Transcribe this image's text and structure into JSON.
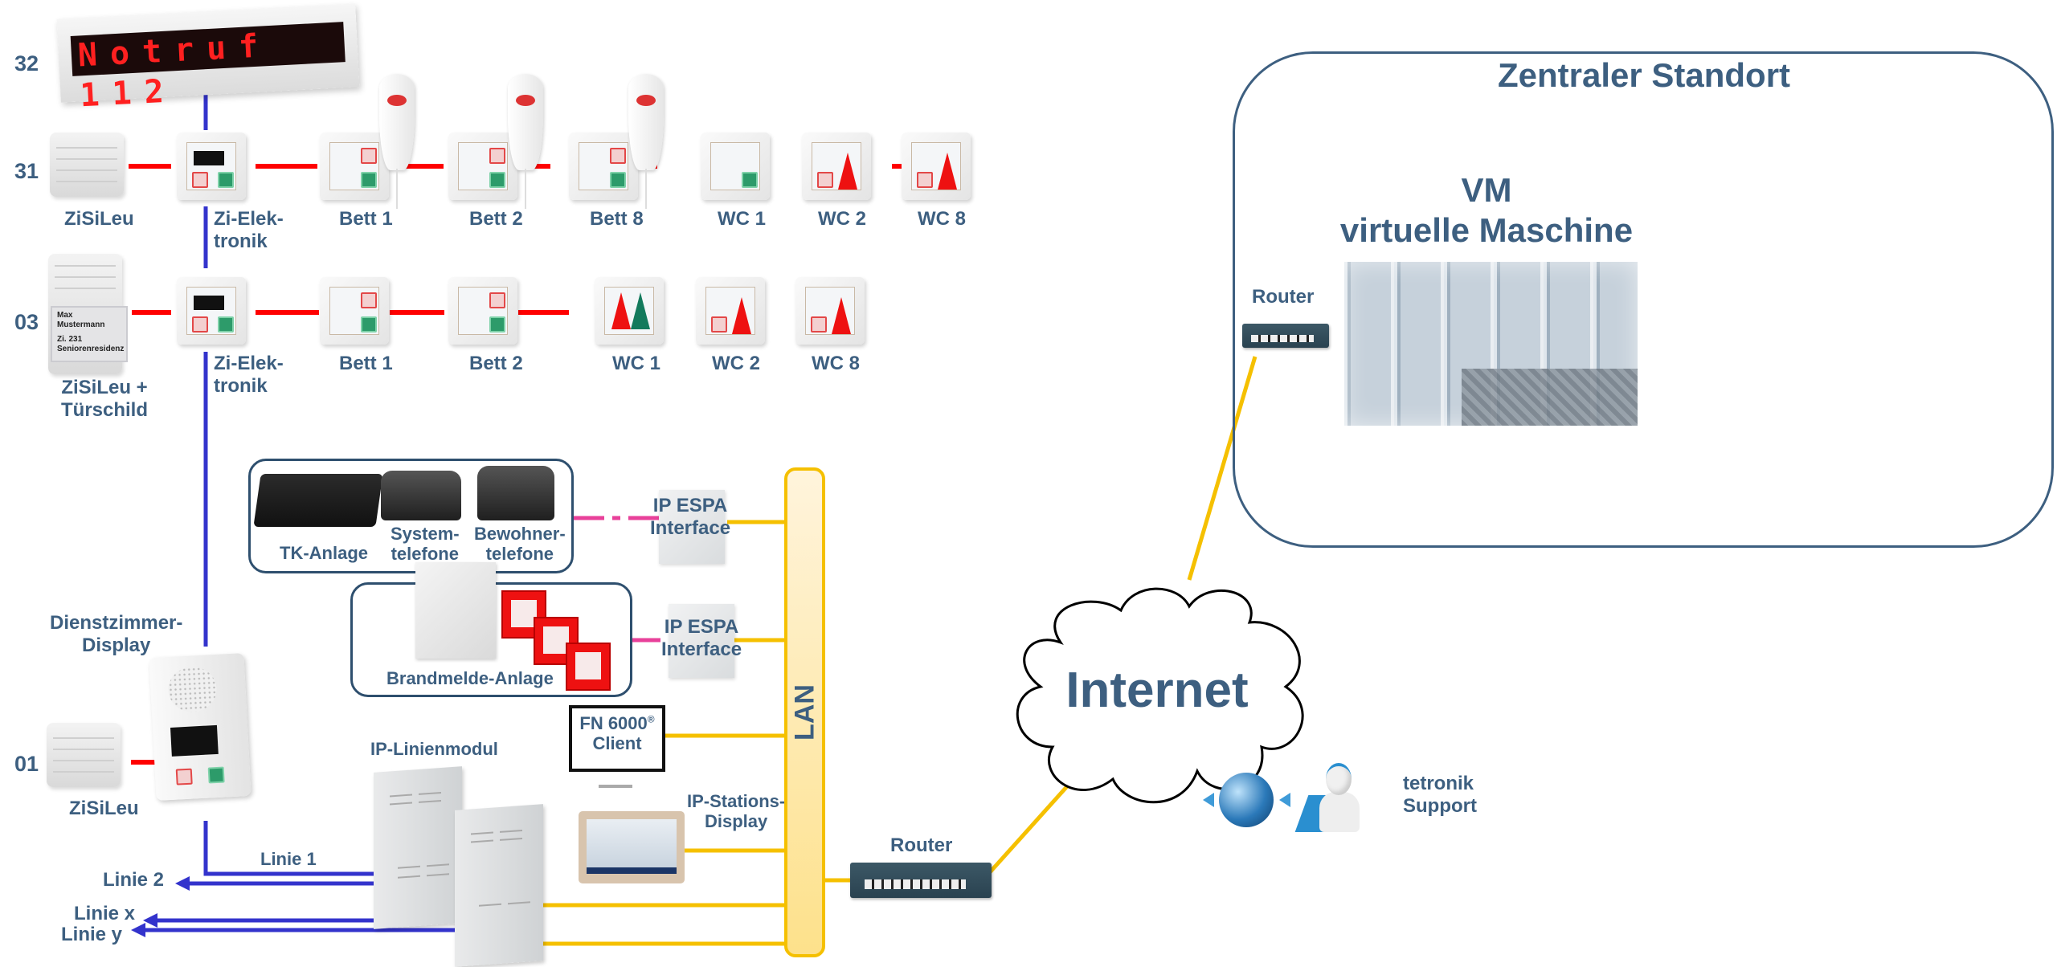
{
  "rows": {
    "row32": {
      "number": "32",
      "display_text": "Notruf 112"
    },
    "row31": {
      "number": "31",
      "devices": [
        {
          "label": "ZiSiLeu"
        },
        {
          "label_line1": "Zi-Elek-",
          "label_line2": "tronik"
        },
        {
          "label": "Bett 1"
        },
        {
          "label": "Bett 2"
        },
        {
          "label": "Bett 8"
        },
        {
          "label": "WC 1"
        },
        {
          "label": "WC 2"
        },
        {
          "label": "WC 8"
        }
      ]
    },
    "row03": {
      "number": "03",
      "door_sign": {
        "line1": "Max",
        "line2": "Mustermann",
        "line3": "Zi. 231",
        "line4": "Seniorenresidenz"
      },
      "devices": [
        {
          "label_line1": "ZiSiLeu +",
          "label_line2": "Türschild"
        },
        {
          "label_line1": "Zi-Elek-",
          "label_line2": "tronik"
        },
        {
          "label": "Bett 1"
        },
        {
          "label": "Bett 2"
        },
        {
          "label": "WC 1"
        },
        {
          "label": "WC 2"
        },
        {
          "label": "WC 8"
        }
      ]
    },
    "row01": {
      "number": "01",
      "devices": [
        {
          "label": "ZiSiLeu"
        }
      ]
    }
  },
  "dienstzimmer": {
    "line1": "Dienstzimmer-",
    "line2": "Display"
  },
  "telephony_group": {
    "tk_anlage": "TK-Anlage",
    "system_phones": {
      "line1": "System-",
      "line2": "telefone"
    },
    "resident_phones": {
      "line1": "Bewohner-",
      "line2": "telefone"
    }
  },
  "fire_group": {
    "label": "Brandmelde-Anlage"
  },
  "espa_1": {
    "line1": "IP ESPA",
    "line2": "Interface"
  },
  "espa_2": {
    "line1": "IP ESPA",
    "line2": "Interface"
  },
  "fn_client": {
    "line1": "FN 6000",
    "sup": "®",
    "line2": "Client"
  },
  "ip_station_display": {
    "line1": "IP-Stations-",
    "line2": "Display"
  },
  "ip_line_module": {
    "label": "IP-Linienmodul"
  },
  "lines": {
    "linie1": "Linie 1",
    "linie2": "Linie 2",
    "linie_x": "Linie x",
    "linie_y": "Linie y"
  },
  "lan": {
    "label": "LAN"
  },
  "router_local": {
    "label": "Router"
  },
  "internet": {
    "label": "Internet"
  },
  "support": {
    "line1": "tetronik",
    "line2": "Support"
  },
  "central_site": {
    "title": "Zentraler Standort",
    "vm_line1": "VM",
    "vm_line2": "virtuelle Maschine",
    "router_label": "Router"
  },
  "colors": {
    "text": "#3d5f80",
    "bus_room": "#ff0000",
    "bus_line": "#3333cc",
    "lan": "#f5c000",
    "espa_link": "#e8409a",
    "group_border": "#2e4f6e"
  }
}
